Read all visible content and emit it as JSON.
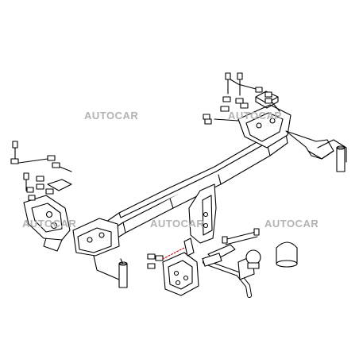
{
  "watermark": {
    "text": "AUTOCAR",
    "color": "#b3b3b3"
  },
  "diagram": {
    "line_color": "#000000",
    "leader_color": "#cc0000",
    "parts": [
      "tow-bar-crossbeam",
      "right-mounting-bracket",
      "left-mounting-bracket",
      "center-drop-plate",
      "socket-plate",
      "tow-ball-neck",
      "tow-ball",
      "ball-cover-cap",
      "bolt-set"
    ]
  }
}
